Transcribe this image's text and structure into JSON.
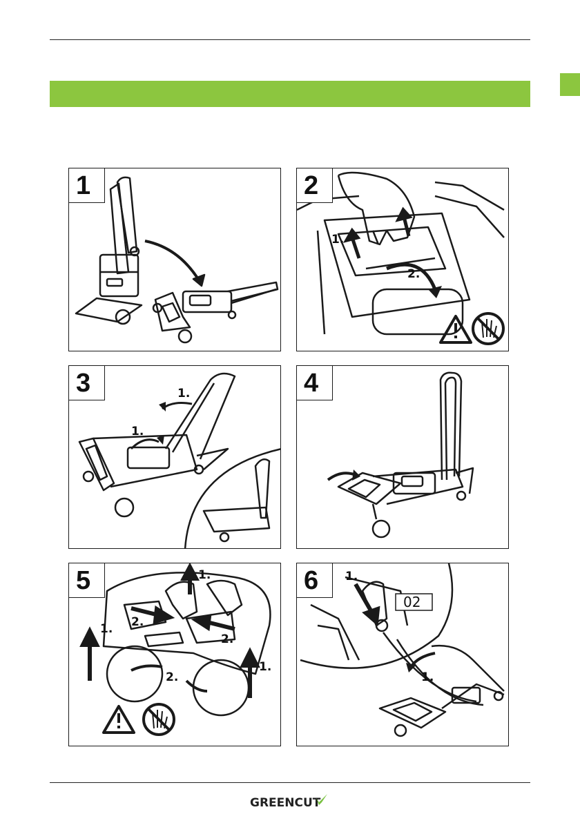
{
  "colors": {
    "accent_green": "#8cc63f",
    "line": "#1a1a1a",
    "logo_green": "#7ac143"
  },
  "header": {
    "section_title": ""
  },
  "panels": [
    {
      "step": "1",
      "callouts": []
    },
    {
      "step": "2",
      "callouts": [
        "1.",
        "2."
      ],
      "icons": [
        "warning-icon",
        "no-hand-icon"
      ]
    },
    {
      "step": "3",
      "callouts": [
        "1.",
        "1."
      ]
    },
    {
      "step": "4",
      "callouts": []
    },
    {
      "step": "5",
      "callouts": [
        "1.",
        "2.",
        "2.",
        "1.",
        "1.",
        "2."
      ],
      "icons": [
        "warning-icon",
        "no-hand-icon"
      ]
    },
    {
      "step": "6",
      "callouts": [
        "1.",
        "1."
      ],
      "code": "02"
    }
  ],
  "footer": {
    "logo_text": "GREENCUT"
  }
}
